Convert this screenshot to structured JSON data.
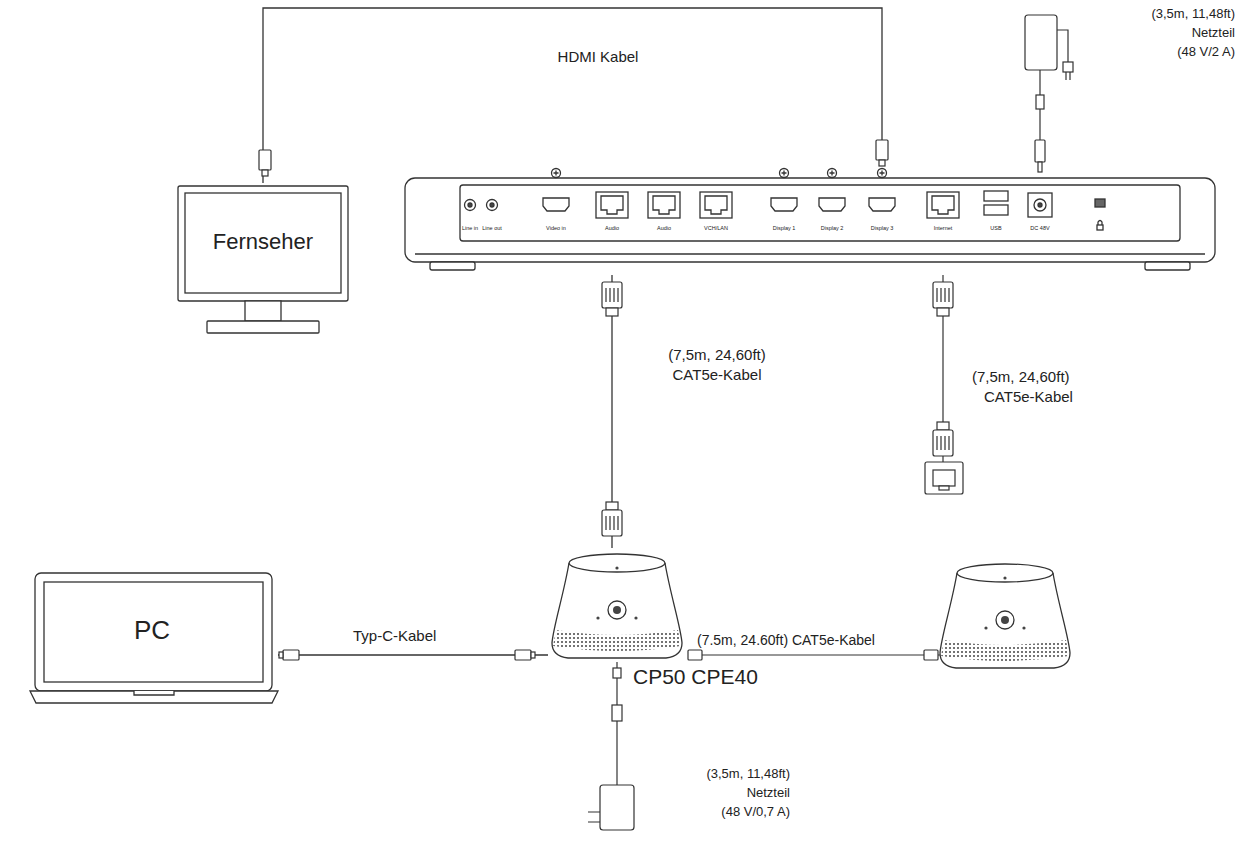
{
  "diagram": {
    "nodes": [
      {
        "text": [
          "Fernseher"
        ]
      },
      {
        "text": [
          "Line in",
          "Line out",
          "Video in",
          "Audio",
          "Audio",
          "VCH/LAN",
          "Display 1",
          "Display 2",
          "Display 3",
          "Internet",
          "USB",
          "DC 48V"
        ]
      },
      {
        "text": [
          "PC"
        ]
      },
      {
        "text": [
          "CP50 CPE40"
        ]
      }
    ],
    "edges": [
      {
        "from": 0,
        "to": 1,
        "arrow": "none",
        "label": "HDMI Kabel"
      },
      {
        "from": 1,
        "to": 3,
        "arrow": "none",
        "label": "(7,5m, 24,60ft) CAT5e-Kabel"
      },
      {
        "from": 2,
        "to": 3,
        "arrow": "none",
        "label": "Typ-C-Kabel"
      }
    ],
    "labels": [
      "(3,5m, 11,48ft)",
      "Netzteil",
      "(48 V/2 A)",
      "(7,5m, 24,60ft)",
      "CAT5e-Kabel",
      "(7.5m, 24.60ft) CAT5e-Kabel",
      "(3,5m, 11,48ft)",
      "Netzteil",
      "(48 V/0,7 A)"
    ]
  }
}
